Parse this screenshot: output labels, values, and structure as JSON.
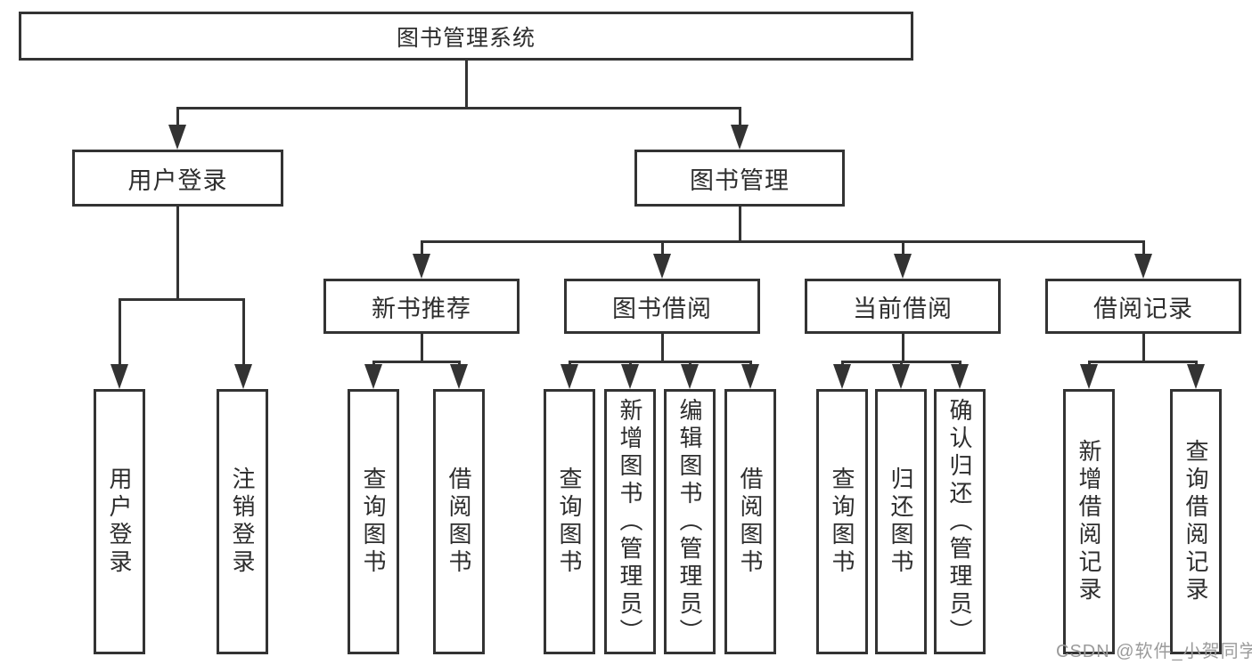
{
  "diagram": {
    "title": "图书管理系统",
    "level1": {
      "user_login": "用户登录",
      "book_management": "图书管理"
    },
    "level2": [
      "新书推荐",
      "图书借阅",
      "当前借阅",
      "借阅记录"
    ],
    "leaves": {
      "user_login": [
        "用户登录",
        "注销登录"
      ],
      "new_books": [
        "查询图书",
        "借阅图书"
      ],
      "book_borrowing": [
        "查询图书",
        "新增图书（管理员）",
        "编辑图书（管理员）",
        "借阅图书"
      ],
      "current_borrowing": [
        "查询图书",
        "归还图书",
        "确认归还（管理员）"
      ],
      "borrowing_records": [
        "新增借阅记录",
        "查询借阅记录"
      ]
    }
  },
  "watermark": "CSDN @软件_小贺同学",
  "colors": {
    "line": "#333333",
    "text": "#2d2d2d",
    "watermark": "#9b9b9b",
    "background": "#ffffff"
  }
}
